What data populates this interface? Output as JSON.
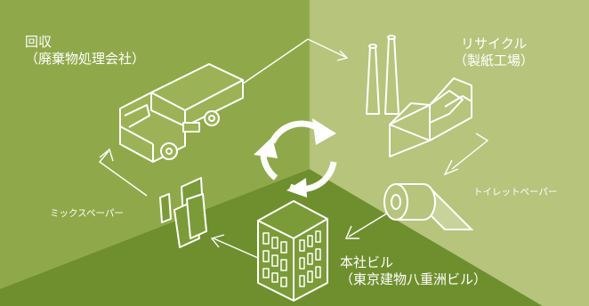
{
  "diagram": {
    "stages": {
      "collection": {
        "title": "回収",
        "subtitle": "（廃棄物処理会社）"
      },
      "recycling": {
        "title": "リサイクル",
        "subtitle": "（製紙工場）"
      },
      "toilet_paper": {
        "title": "トイレットペーパー"
      },
      "head_office": {
        "title": "本社ビル",
        "subtitle": "（東京建物八重洲ビル）"
      },
      "mixed_paper": {
        "title": "ミックスペーパー"
      }
    },
    "colors": {
      "wall_left": "#8fa94a",
      "wall_right": "#b6c47c",
      "floor": "#6f8f2e",
      "line": "#ffffff"
    }
  }
}
